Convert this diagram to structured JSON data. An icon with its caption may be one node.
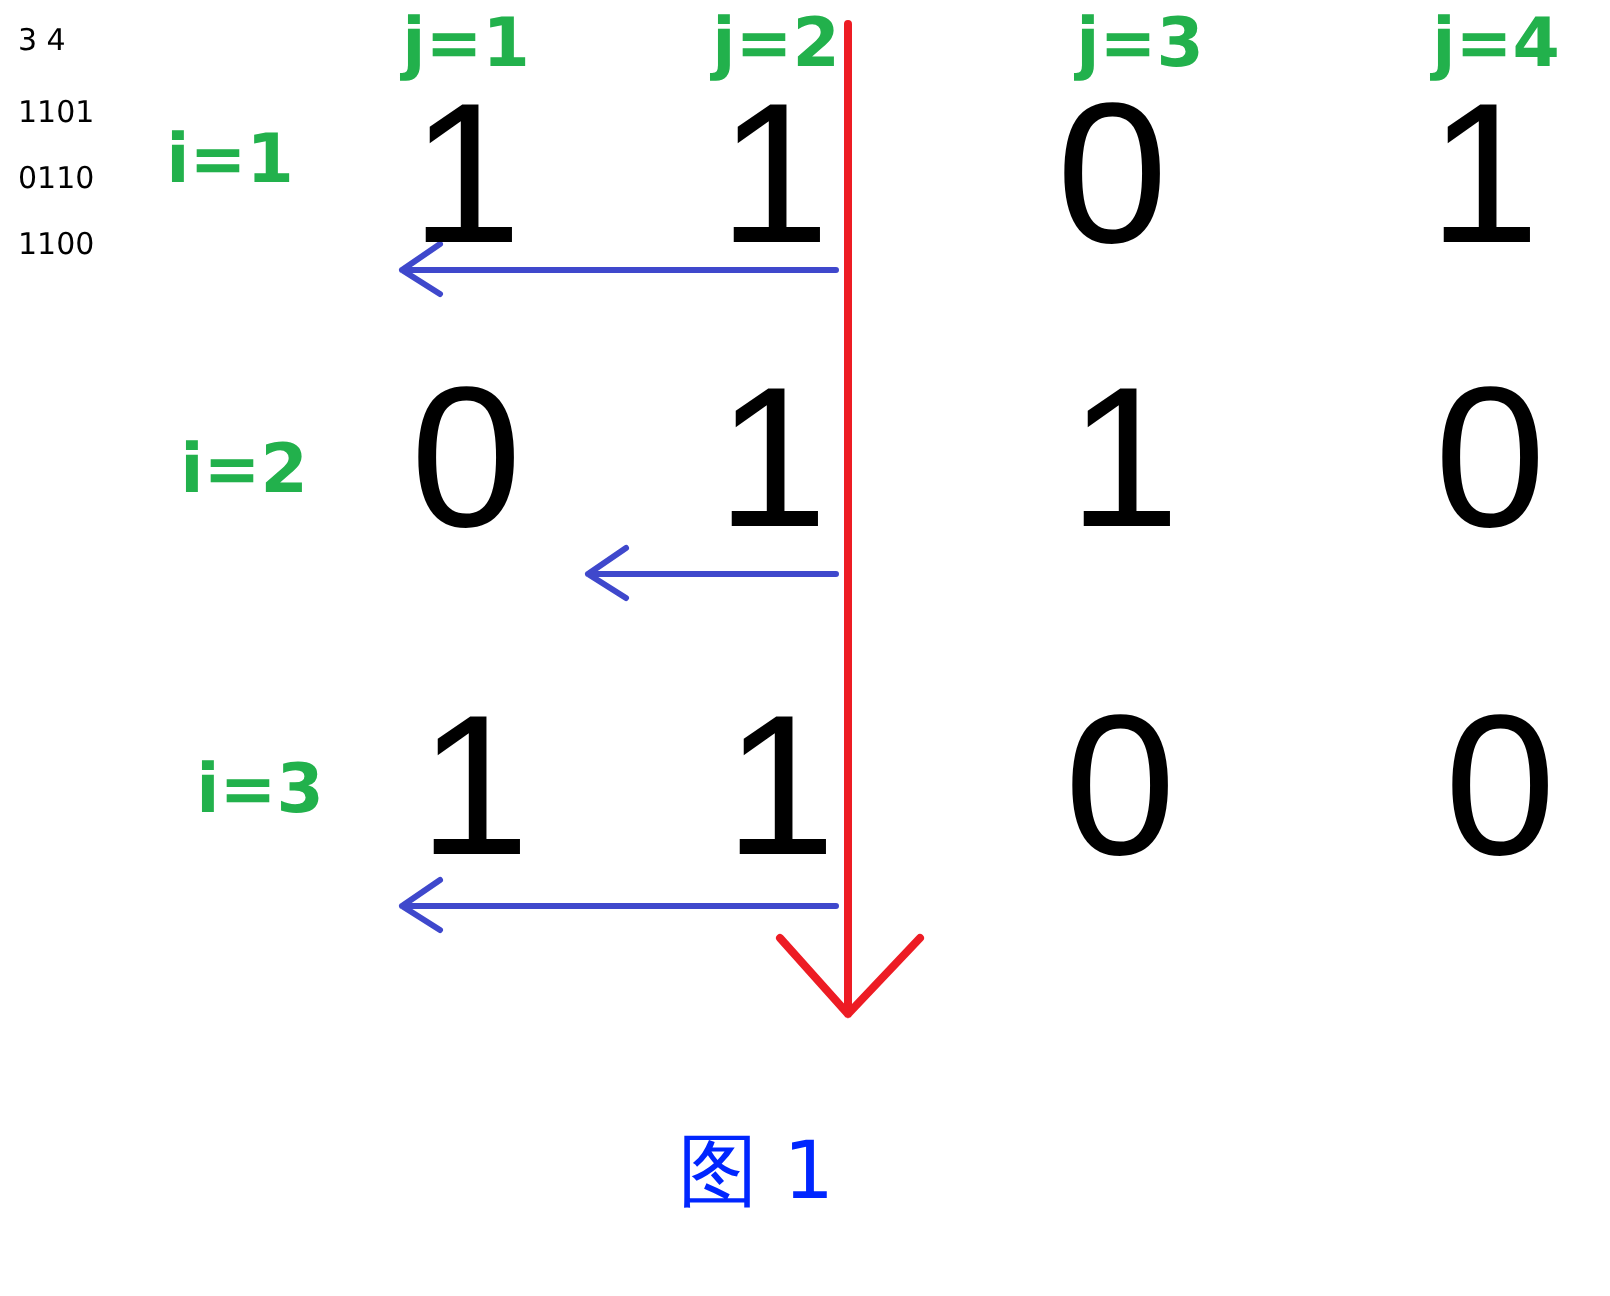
{
  "diagram": {
    "caption": "图 1",
    "labels": [
      "3 4",
      "1101",
      "0110",
      "1100",
      "j=1",
      "j=2",
      "j=3",
      "j=4",
      "i=1",
      "1",
      "1",
      "0",
      "1",
      "i=2",
      "0",
      "1",
      "1",
      "0",
      "i=3",
      "1",
      "1",
      "0",
      "0"
    ]
  }
}
